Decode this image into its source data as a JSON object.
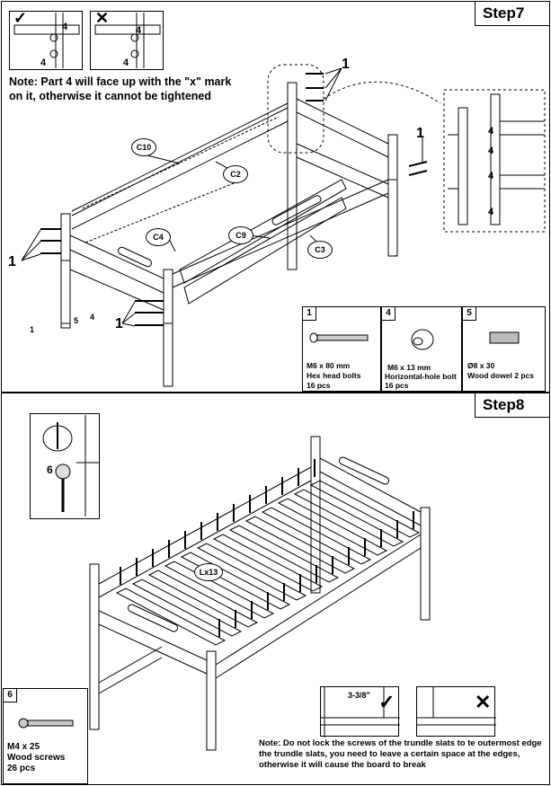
{
  "step7": {
    "label": "Step7",
    "note": "Note: Part 4 will face up with the \"x\" mark on it, otherwise it cannot be tightened",
    "check_mark": "✓",
    "cross_mark": "✕",
    "callouts": [
      "C10",
      "C2",
      "C4",
      "C9",
      "C3"
    ],
    "numbers": {
      "one": "1",
      "four": "4",
      "five": "5"
    },
    "parts": [
      {
        "num": "1",
        "line1": "M6 x 80 mm",
        "line2": "Hex head bolts",
        "line3": "16 pcs"
      },
      {
        "num": "4",
        "line1": "M6 x 13 mm",
        "line2": "Horizontal-hole bolt",
        "line3": "16 pcs"
      },
      {
        "num": "5",
        "line1": "Ø8 x 30",
        "line2": "Wood dowel 2 pcs",
        "line3": ""
      }
    ]
  },
  "step8": {
    "label": "Step8",
    "callout": "Lx13",
    "detail_num": "6",
    "part": {
      "num": "6",
      "line1": "M4 x 25",
      "line2": "Wood screws",
      "line3": "26 pcs"
    },
    "measure": "3-3/8\"",
    "note": "Note: Do not lock the screws of the trundle slats to te outermost edge the trundle slats, you need to leave a certain space at the edges, otherwise it will cause the board to break"
  }
}
